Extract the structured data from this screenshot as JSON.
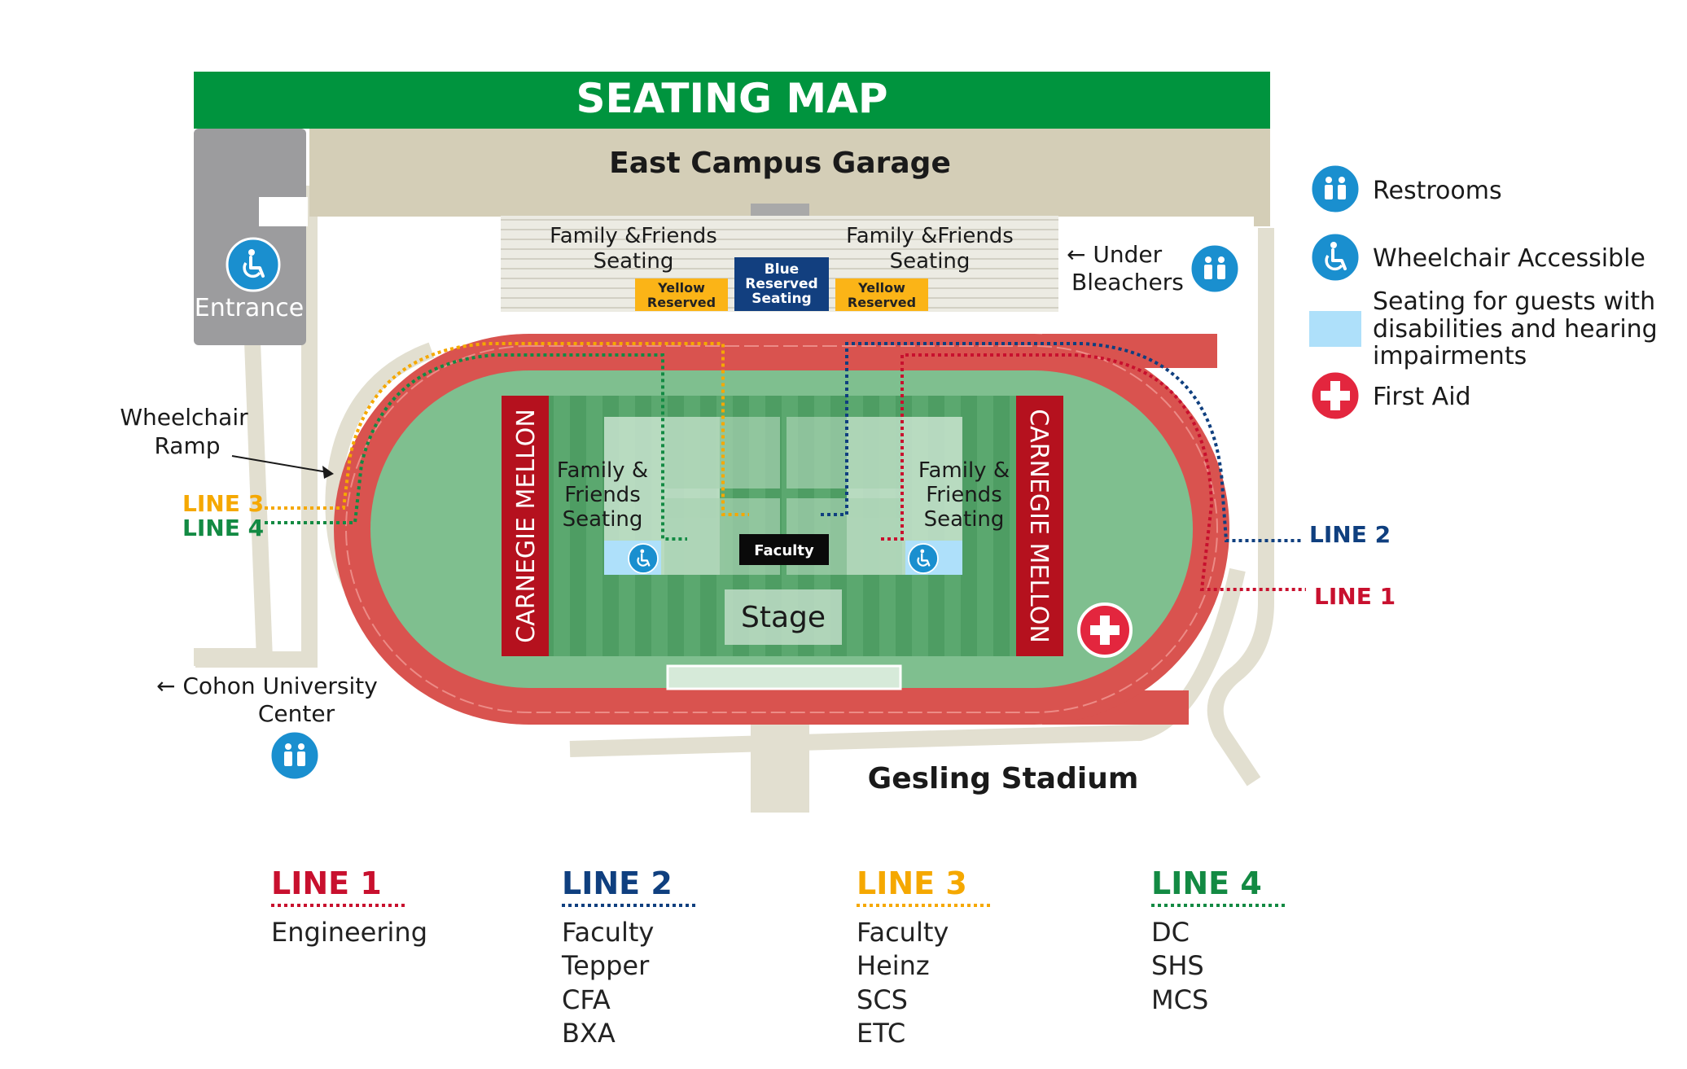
{
  "title": "SEATING MAP",
  "venue": {
    "garage": "East Campus Garage",
    "stadium": "Gesling Stadium",
    "entrance": "Entrance",
    "wheelchair_ramp": [
      "Wheelchair",
      "Ramp"
    ],
    "cohon": [
      "← Cohon University",
      "Center"
    ],
    "under_bleachers": [
      "← Under",
      "Bleachers"
    ],
    "stage": "Stage",
    "faculty": "Faculty",
    "cmu_banner": "CARNEGIE MELLON",
    "bleacher_ff": [
      "Family &Friends",
      "Seating"
    ],
    "field_ff": [
      "Family &",
      "Friends",
      "Seating"
    ],
    "yellow_reserved": [
      "Yellow",
      "Reserved"
    ],
    "blue_reserved": [
      "Blue",
      "Reserved",
      "Seating"
    ]
  },
  "legend": {
    "restrooms": "Restrooms",
    "wheelchair": "Wheelchair Accessible",
    "seating_disabilities": [
      "Seating for guests with",
      "disabilities and hearing",
      "impairments"
    ],
    "first_aid": "First Aid"
  },
  "lines": [
    {
      "label": "LINE 1",
      "color": "#c8102e",
      "items": [
        "Engineering"
      ]
    },
    {
      "label": "LINE 2",
      "color": "#0f3f7f",
      "items": [
        "Faculty",
        "Tepper",
        "CFA",
        "BXA"
      ]
    },
    {
      "label": "LINE 3",
      "color": "#f5a800",
      "items": [
        "Faculty",
        "Heinz",
        "SCS",
        "ETC"
      ]
    },
    {
      "label": "LINE 4",
      "color": "#138a43",
      "items": [
        "DC",
        "SHS",
        "MCS"
      ]
    }
  ],
  "colors": {
    "header_green": "#00943e",
    "track_red": "#d9534f",
    "field_green": "#7fbf8f",
    "path_beige": "#e2dfd0",
    "garage_tan": "#d4ceb7",
    "icon_blue": "#1a8fcf",
    "first_aid_red": "#e3263e",
    "banner_red": "#b5111e",
    "accessible_blue": "#aee0fa"
  }
}
